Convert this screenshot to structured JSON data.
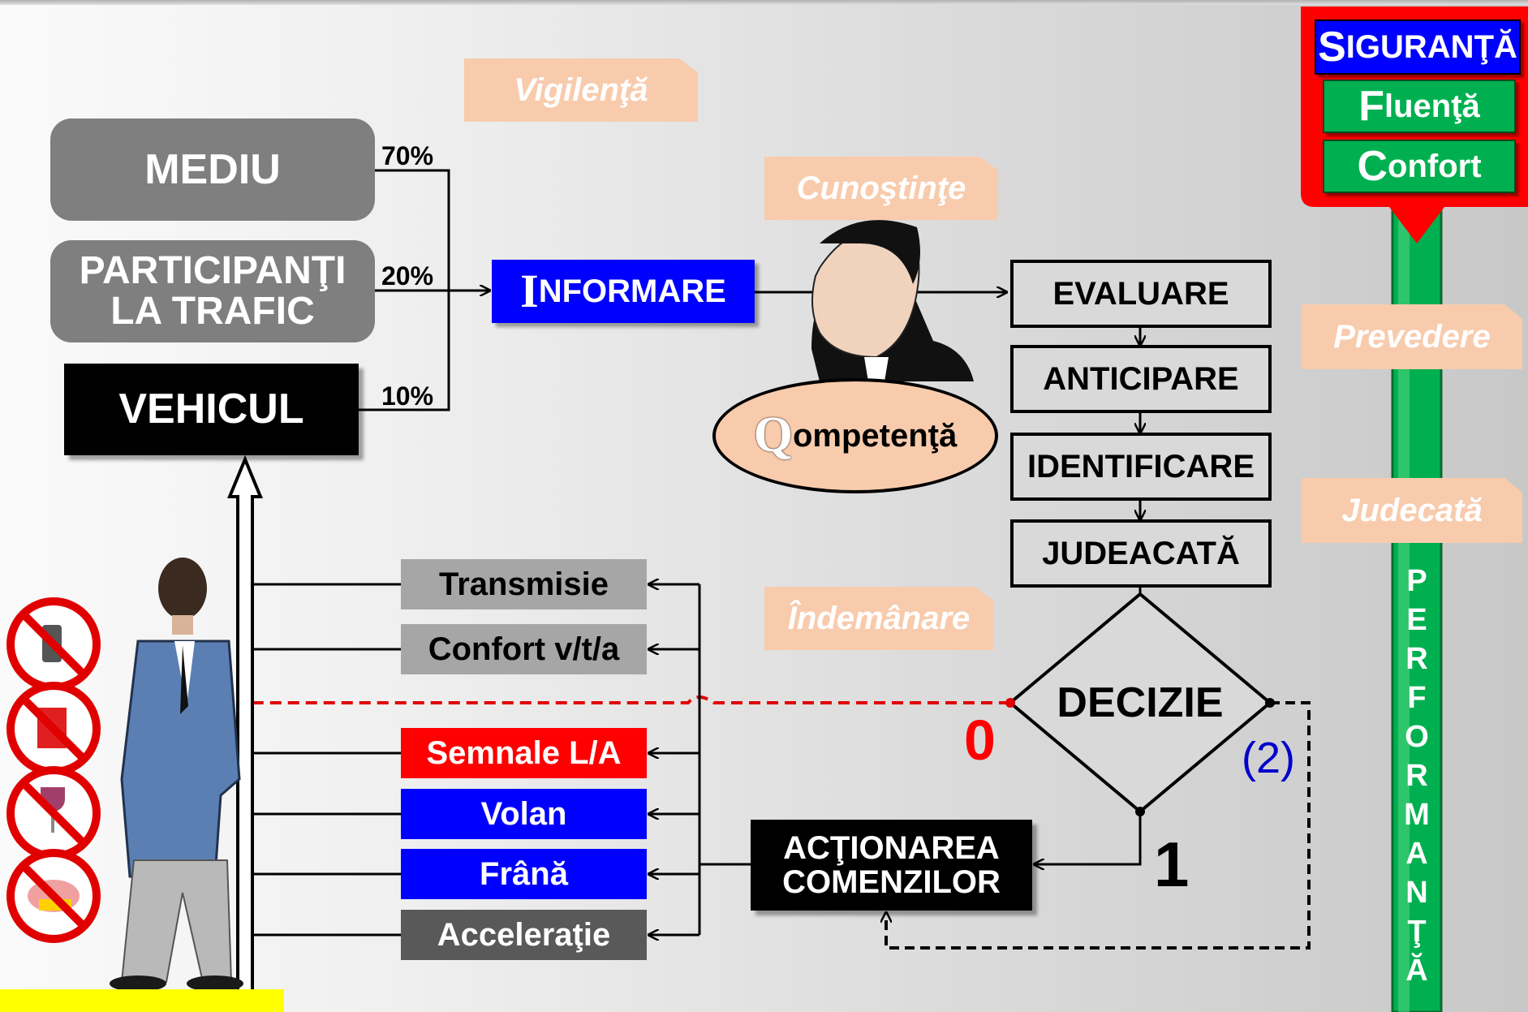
{
  "sources": {
    "mediu": "MEDIU",
    "participanti_line1": "PARTICIPANŢI",
    "participanti_line2": "LA TRAFIC",
    "vehicul": "VEHICUL"
  },
  "percentages": {
    "mediu": "70%",
    "participanti": "20%",
    "vehicul": "10%"
  },
  "informare": {
    "initial": "I",
    "rest": "NFORMARE"
  },
  "competenta": {
    "initial": "Q",
    "rest": "ompetenţă"
  },
  "tags": {
    "vigilenta": "Vigilenţă",
    "cunostinte": "Cunoştinţe",
    "prevedere": "Prevedere",
    "judecata": "Judecată",
    "indemanare": "Îndemânare"
  },
  "steps": [
    "EVALUARE",
    "ANTICIPARE",
    "IDENTIFICARE",
    "JUDEACATĂ"
  ],
  "decision": {
    "label": "DECIZIE",
    "out_0": "0",
    "out_1": "1",
    "out_2": "(2)"
  },
  "actionare": {
    "line1": "ACŢIONAREA",
    "line2": "COMENZILOR"
  },
  "controls": [
    {
      "label": "Transmisie",
      "color": "#a6a6a6",
      "text_color": "#000000"
    },
    {
      "label": "Confort v/t/a",
      "color": "#a6a6a6",
      "text_color": "#000000"
    },
    {
      "label": "Semnale L/A",
      "color": "#ff0000",
      "text_color": "#ffffff"
    },
    {
      "label": "Volan",
      "color": "#0000ff",
      "text_color": "#ffffff"
    },
    {
      "label": "Frână",
      "color": "#0000ff",
      "text_color": "#ffffff"
    },
    {
      "label": "Acceleraţie",
      "color": "#595959",
      "text_color": "#ffffff"
    }
  ],
  "legend": {
    "siguranta": {
      "initial": "S",
      "rest": "IGURANŢĂ"
    },
    "fluenta": {
      "initial": "F",
      "rest": "luenţă"
    },
    "confort": {
      "initial": "C",
      "rest": "onfort"
    }
  },
  "performanta_letters": [
    "P",
    "E",
    "R",
    "F",
    "O",
    "R",
    "M",
    "A",
    "N",
    "Ţ",
    "Ă"
  ],
  "prohibition_icons": [
    "phone-icon",
    "cigarette-icon",
    "wine-glass-icon",
    "cake-icon"
  ],
  "colors": {
    "informare_blue": "#0000ff",
    "legend_red": "#ff0000",
    "legend_green": "#00b050",
    "tag_orange": "#f8cbad",
    "decision_red": "#ff0000",
    "decision_blue": "#0000cc"
  }
}
